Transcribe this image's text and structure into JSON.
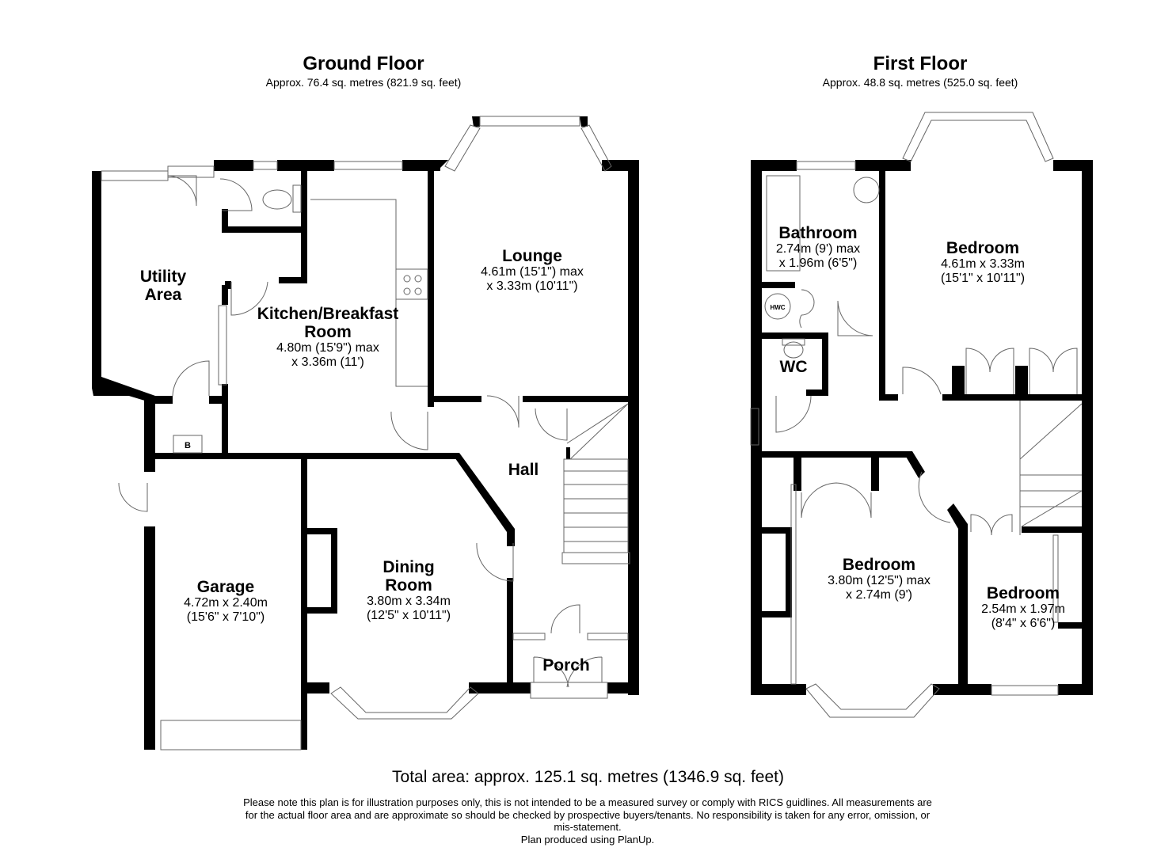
{
  "ground_floor": {
    "title": "Ground Floor",
    "area": "Approx. 76.4 sq. metres (821.9 sq. feet)",
    "rooms": [
      {
        "name": "Utility Area",
        "line1": "Utility",
        "line2": "Area",
        "dims1": "",
        "dims2": ""
      },
      {
        "name": "Kitchen/Breakfast Room",
        "line1": "Kitchen/Breakfast",
        "line2": "Room",
        "dims1": "4.80m (15'9\") max",
        "dims2": "x 3.36m (11')"
      },
      {
        "name": "Lounge",
        "line1": "Lounge",
        "line2": "",
        "dims1": "4.61m (15'1\") max",
        "dims2": "x 3.33m (10'11\")"
      },
      {
        "name": "Hall",
        "line1": "Hall",
        "line2": "",
        "dims1": "",
        "dims2": ""
      },
      {
        "name": "Garage",
        "line1": "Garage",
        "line2": "",
        "dims1": "4.72m x 2.40m",
        "dims2": "(15'6\" x 7'10\")"
      },
      {
        "name": "Dining Room",
        "line1": "Dining",
        "line2": "Room",
        "dims1": "3.80m x 3.34m",
        "dims2": "(12'5\" x 10'11\")"
      },
      {
        "name": "Porch",
        "line1": "Porch",
        "line2": "",
        "dims1": "",
        "dims2": ""
      }
    ],
    "boiler_label": "B"
  },
  "first_floor": {
    "title": "First Floor",
    "area": "Approx. 48.8 sq. metres (525.0 sq. feet)",
    "rooms": [
      {
        "name": "Bathroom",
        "line1": "Bathroom",
        "dims1": "2.74m (9') max",
        "dims2": "x 1.96m (6'5\")"
      },
      {
        "name": "Bedroom 1",
        "line1": "Bedroom",
        "dims1": "4.61m x 3.33m",
        "dims2": "(15'1\" x 10'11\")"
      },
      {
        "name": "WC",
        "line1": "WC",
        "dims1": "",
        "dims2": ""
      },
      {
        "name": "Bedroom 2",
        "line1": "Bedroom",
        "dims1": "3.80m (12'5\") max",
        "dims2": "x 2.74m (9')"
      },
      {
        "name": "Bedroom 3",
        "line1": "Bedroom",
        "dims1": "2.54m x 1.97m",
        "dims2": "(8'4\" x 6'6\")"
      }
    ],
    "hwc_label": "HWC"
  },
  "footer": {
    "total_area": "Total area: approx. 125.1 sq. metres (1346.9 sq. feet)",
    "disclaimer_1": "Please note this plan is for illustration purposes only, this is not intended to be a measured survey or comply with RICS guidlines. All measurements are",
    "disclaimer_2": "for the actual floor area and are approximate so should be checked by prospective buyers/tenants. No responsibility is taken for any error, omission, or",
    "disclaimer_3": "mis-statement.",
    "produced_by": "Plan produced using PlanUp."
  }
}
